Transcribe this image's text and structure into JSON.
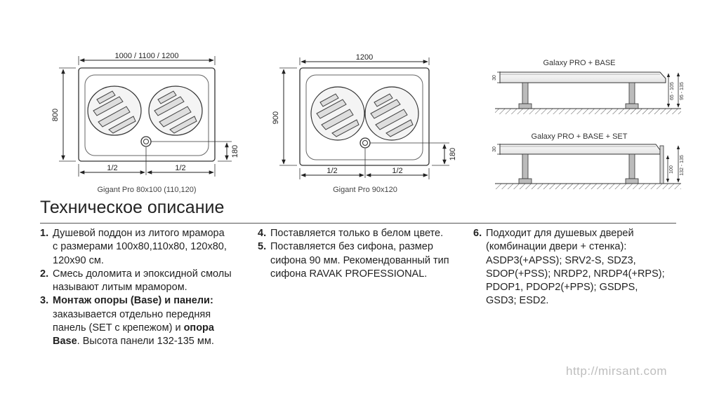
{
  "drawings": {
    "tray1": {
      "width_label": "1000 / 1100 / 1200",
      "height_label": "800",
      "drain_offset_label": "180",
      "half_left": "1/2",
      "half_right": "1/2",
      "caption": "Gigant Pro 80x100 (110,120)"
    },
    "tray2": {
      "width_label": "1200",
      "height_label": "900",
      "drain_offset_label": "180",
      "half_left": "1/2",
      "half_right": "1/2",
      "caption": "Gigant Pro 90x120"
    },
    "side1": {
      "title": "Galaxy PRO + BASE",
      "dim_rim": "30",
      "dim_a": "65 - 105",
      "dim_b": "95 - 135"
    },
    "side2": {
      "title": "Galaxy PRO + BASE + SET",
      "dim_rim": "30",
      "dim_a": "100",
      "dim_b": "132 - 135"
    }
  },
  "section_title": "Техническое описание",
  "col1": [
    {
      "num": "1.",
      "lines": [
        {
          "text": "Душевой поддон из литого мрамора",
          "bold": false
        },
        {
          "text": "с размерами 100x80,110x80, 120x80,",
          "bold": false
        },
        {
          "text": "120x90 см.",
          "bold": false
        }
      ]
    },
    {
      "num": "2.",
      "lines": [
        {
          "text": "Смесь доломита и эпоксидной смолы",
          "bold": false
        },
        {
          "text": "называют литым мрамором.",
          "bold": false
        }
      ]
    },
    {
      "num": "3.",
      "lines": [
        {
          "text": "Монтаж опоры (Base) и панели:",
          "bold": true
        },
        {
          "text": "заказывается отдельно передняя",
          "bold": false
        },
        {
          "text": "панель (SET с крепежом) и ",
          "bold": false,
          "tail": "опора"
        },
        {
          "text": "Base",
          "bold": true,
          "tail_plain": ". Высота панели 132-135 мм."
        }
      ]
    }
  ],
  "col2": [
    {
      "num": "4.",
      "lines": [
        {
          "text": "Поставляется только в белом цвете."
        }
      ]
    },
    {
      "num": "5.",
      "lines": [
        {
          "text": "Поставляется без сифона, размер"
        },
        {
          "text": "сифона 90 мм. Рекомендованный тип"
        },
        {
          "text": "сифона RAVAK PROFESSIONAL."
        }
      ]
    }
  ],
  "col3": [
    {
      "num": "6.",
      "lines": [
        {
          "text": "Подходит для душевых дверей"
        },
        {
          "text": "(комбинации двери + стенка):"
        },
        {
          "text": "ASDP3(+APSS); SRV2-S, SDZ3,"
        },
        {
          "text": "SDOP(+PSS); NRDP2, NRDP4(+RPS);"
        },
        {
          "text": "PDOP1, PDOP2(+PPS); GSDPS,"
        },
        {
          "text": "GSD3; ESD2."
        }
      ]
    }
  ],
  "watermark": "http://mirsant.com"
}
